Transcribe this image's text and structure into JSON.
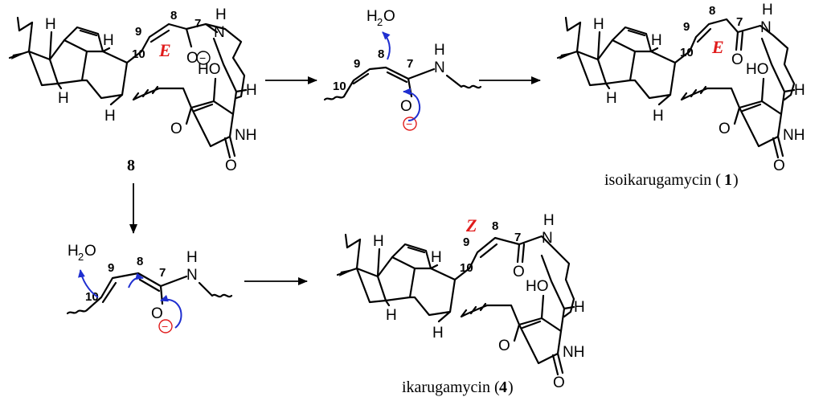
{
  "colors": {
    "stereo_label": "#e01b1b",
    "curly_arrow": "#1f2fd0",
    "charge_red": "#e01b1b"
  },
  "atoms": {
    "H": "H",
    "N": "N",
    "NH": "NH",
    "HO": "HO",
    "O": "O",
    "H2O_base": "H",
    "H2O_sub": "2",
    "H2O_tail": "O",
    "minus": "−"
  },
  "numbers": {
    "n7": "7",
    "n8": "8",
    "n9": "9",
    "n10": "10"
  },
  "stereo": {
    "E": "E",
    "Z": "Z"
  },
  "compounds": {
    "c8": {
      "label": "8"
    },
    "c1": {
      "name": "isoikarugamycin (",
      "num": "1",
      "close": ")"
    },
    "c4": {
      "name": "ikarugamycin (",
      "num": "4",
      "close": ")"
    }
  }
}
